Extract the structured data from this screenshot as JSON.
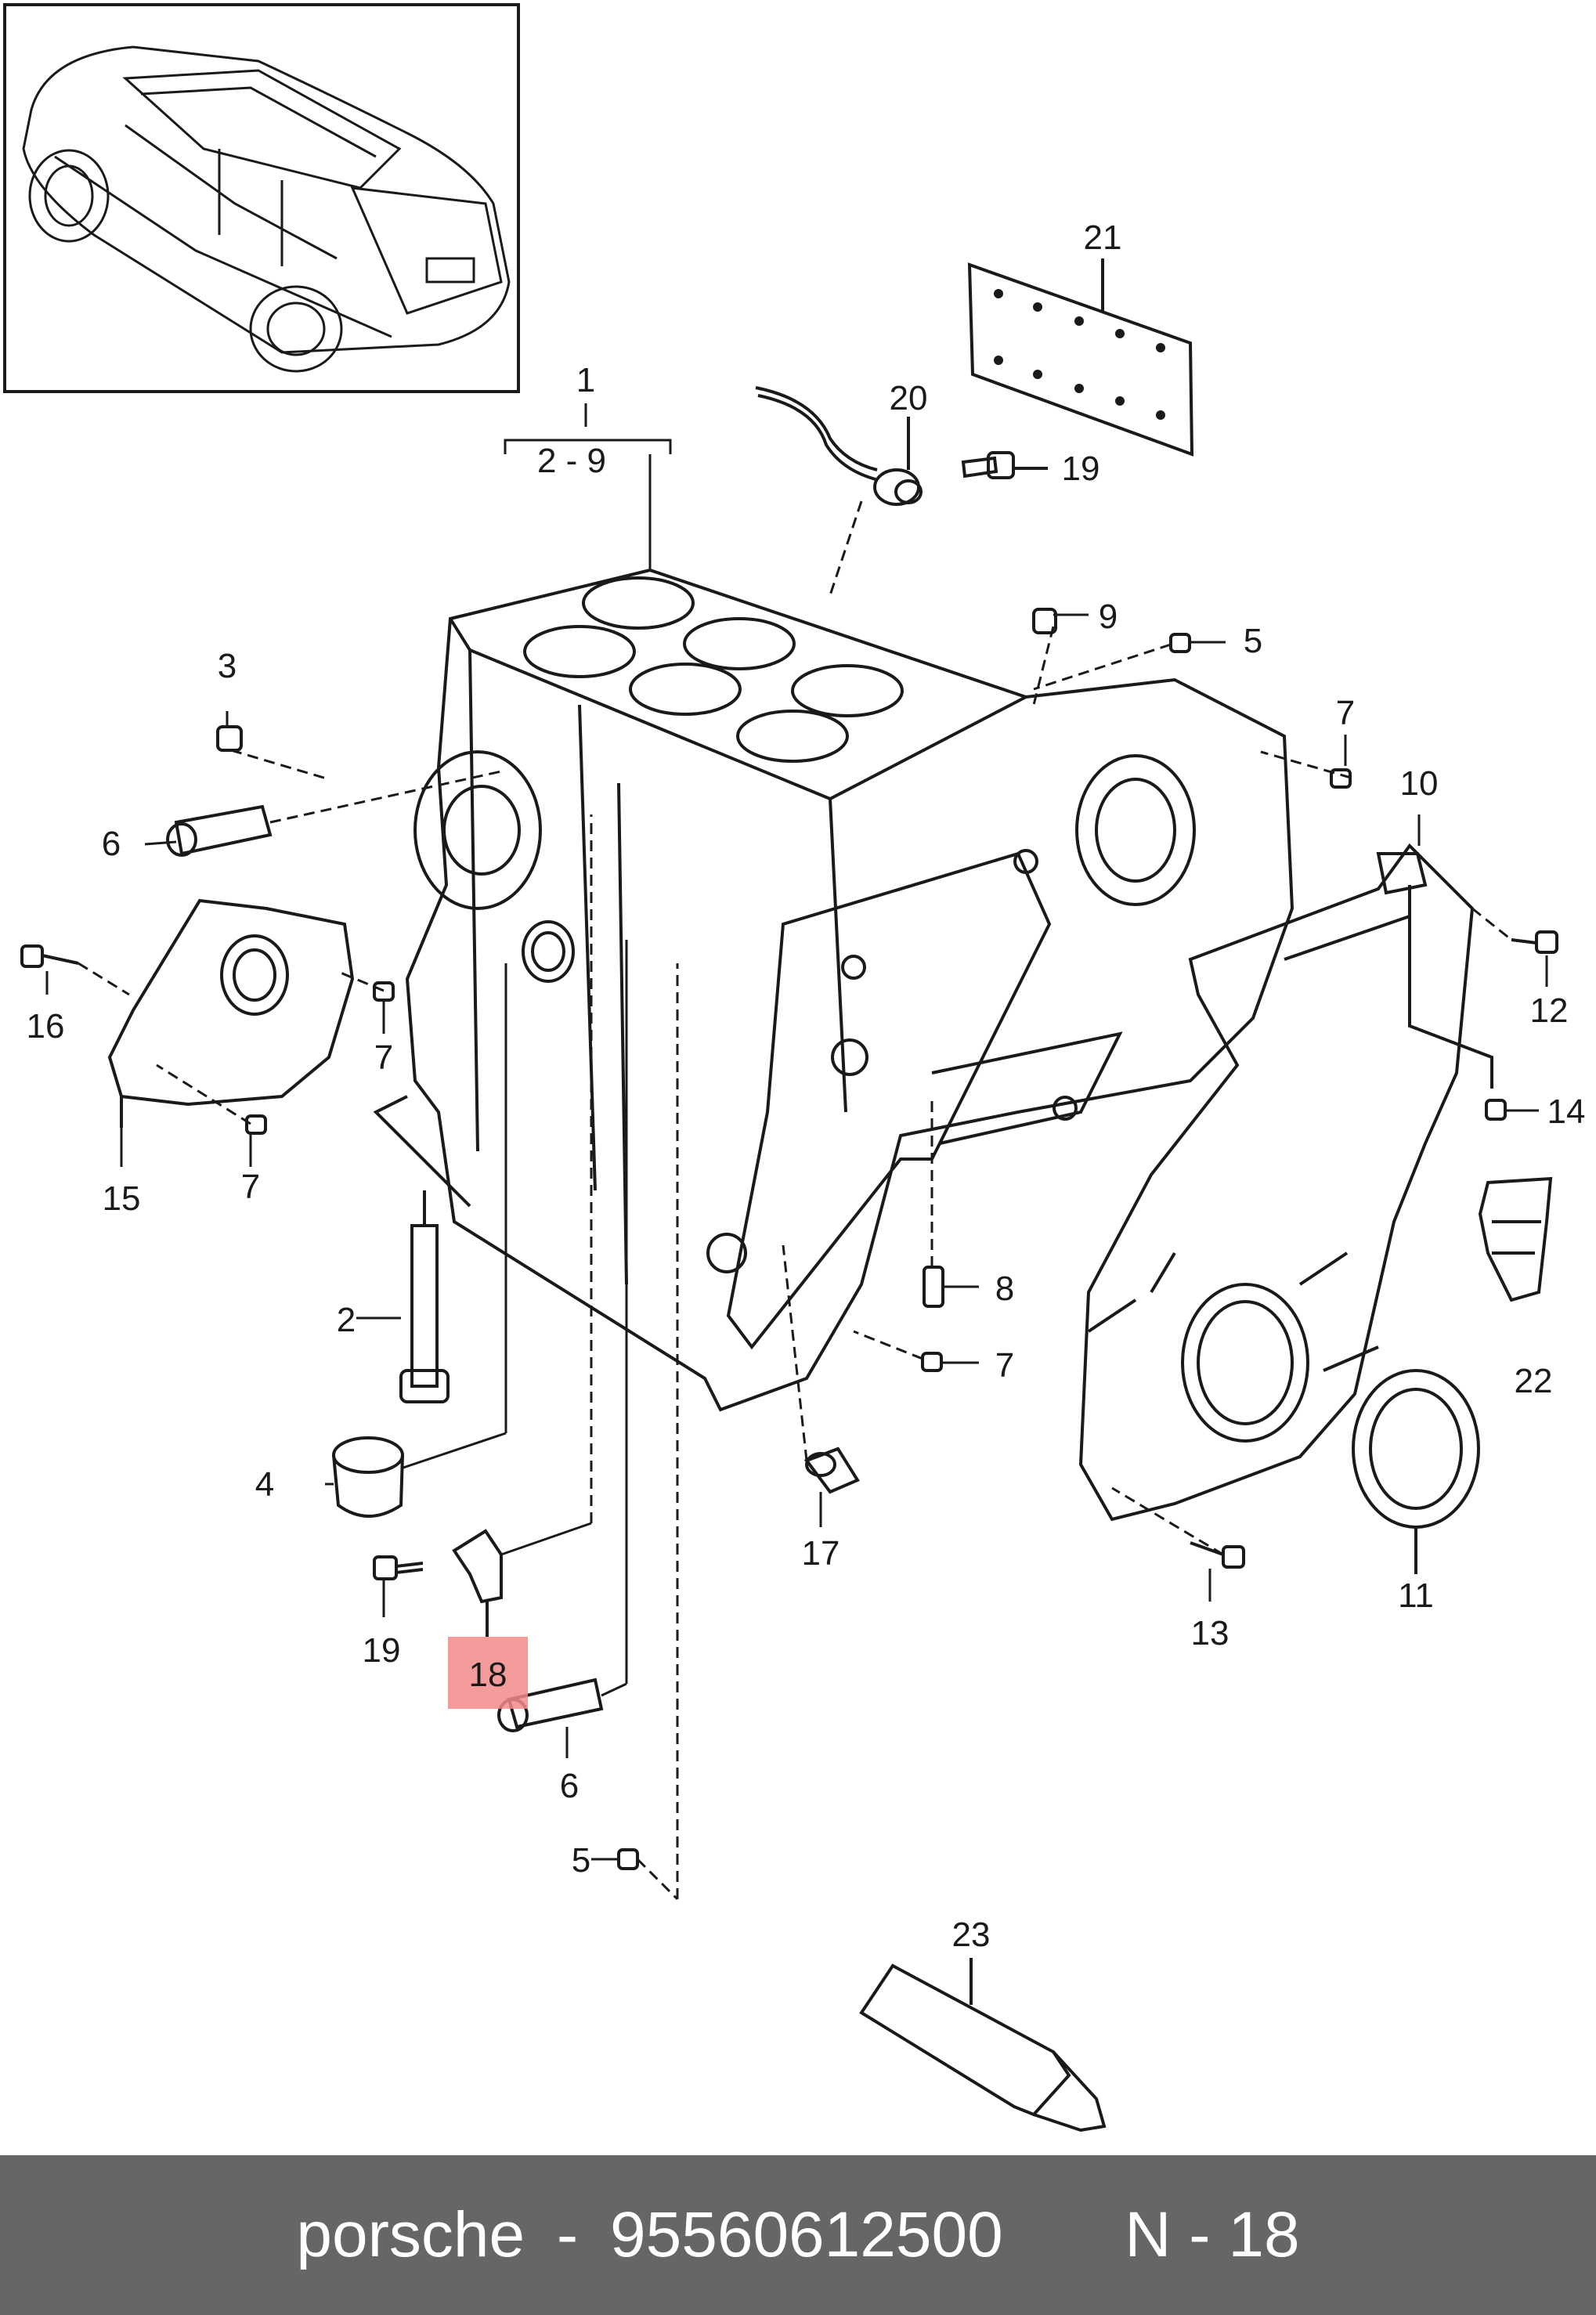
{
  "diagram": {
    "group_label": "2 - 9",
    "labels": [
      {
        "id": "p1",
        "text": "1"
      },
      {
        "id": "p2",
        "text": "2"
      },
      {
        "id": "p3",
        "text": "3"
      },
      {
        "id": "p4",
        "text": "4"
      },
      {
        "id": "p5a",
        "text": "5"
      },
      {
        "id": "p5b",
        "text": "5"
      },
      {
        "id": "p6a",
        "text": "6"
      },
      {
        "id": "p6b",
        "text": "6"
      },
      {
        "id": "p7a",
        "text": "7"
      },
      {
        "id": "p7b",
        "text": "7"
      },
      {
        "id": "p7c",
        "text": "7"
      },
      {
        "id": "p7d",
        "text": "7"
      },
      {
        "id": "p8",
        "text": "8"
      },
      {
        "id": "p9",
        "text": "9"
      },
      {
        "id": "p10",
        "text": "10"
      },
      {
        "id": "p11",
        "text": "11"
      },
      {
        "id": "p12",
        "text": "12"
      },
      {
        "id": "p13",
        "text": "13"
      },
      {
        "id": "p14",
        "text": "14"
      },
      {
        "id": "p15",
        "text": "15"
      },
      {
        "id": "p16",
        "text": "16"
      },
      {
        "id": "p17",
        "text": "17"
      },
      {
        "id": "p18",
        "text": "18"
      },
      {
        "id": "p19a",
        "text": "19"
      },
      {
        "id": "p19b",
        "text": "19"
      },
      {
        "id": "p20",
        "text": "20"
      },
      {
        "id": "p21",
        "text": "21"
      },
      {
        "id": "p22",
        "text": "22"
      },
      {
        "id": "p23",
        "text": "23"
      }
    ],
    "highlighted_part": "18",
    "highlight_color": "#f28b8b",
    "line_color": "#1a1a1a"
  },
  "footer": {
    "brand": "porsche",
    "separator": "-",
    "part_number": "95560612500",
    "position": "N - 18",
    "background": "#666666"
  }
}
